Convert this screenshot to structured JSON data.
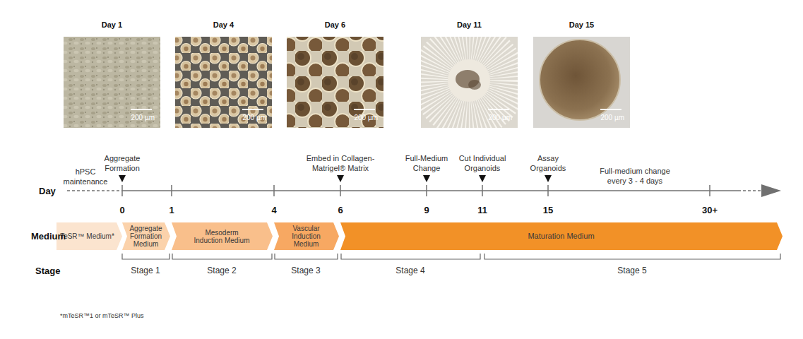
{
  "diagram": {
    "nodes": [
      {
        "text": [
          "Day 1",
          "200 µm"
        ]
      },
      {
        "text": [
          "Day 4",
          "200 µm"
        ]
      },
      {
        "text": [
          "Day 6",
          "200 µm"
        ]
      },
      {
        "text": [
          "Day 11",
          "200 µm"
        ]
      },
      {
        "text": [
          "Day 15",
          "200 µm"
        ]
      },
      {
        "text": [
          "TeSR™ Medium*"
        ]
      },
      {
        "text": [
          "Aggregate Formation Medium"
        ]
      },
      {
        "text": [
          "Mesoderm Induction Medium"
        ]
      },
      {
        "text": [
          "Vascular Induction Medium"
        ]
      },
      {
        "text": [
          "Maturation Medium"
        ]
      }
    ],
    "labels": [
      "hPSC maintenance",
      "Aggregate Formation",
      "Embed in Collagen-Matrigel® Matrix",
      "Full-Medium Change",
      "Cut Individual Organoids",
      "Assay Organoids",
      "Full-medium change every 3 - 4 days",
      "Day",
      "0",
      "1",
      "4",
      "6",
      "9",
      "11",
      "15",
      "30+",
      "Medium",
      "Stage",
      "Stage 1",
      "Stage 2",
      "Stage 3",
      "Stage 4",
      "Stage 5",
      "*mTeSR™1 or mTeSR™ Plus"
    ]
  }
}
